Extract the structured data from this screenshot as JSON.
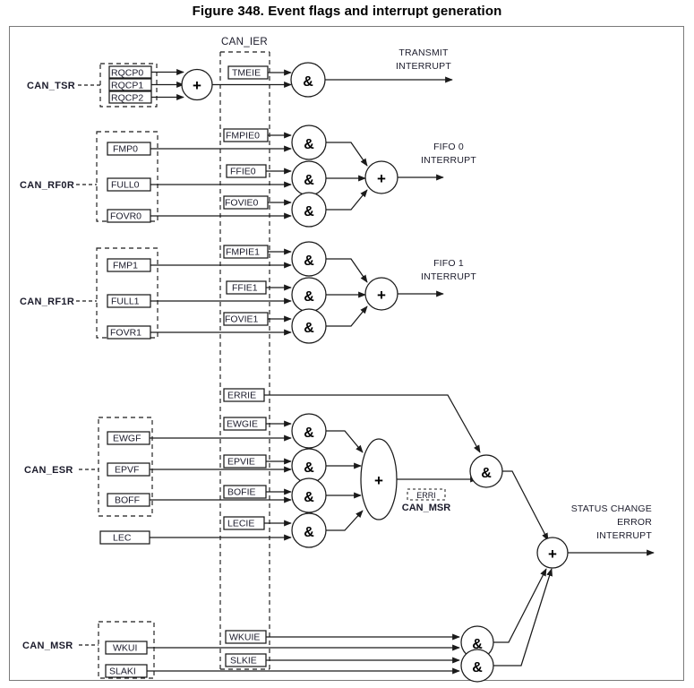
{
  "figure": {
    "title": "Figure 348. Event flags and interrupt generation",
    "number": "348",
    "caption": "Event flags and interrupt generation"
  },
  "groups": {
    "ier": {
      "label": "CAN_IER"
    },
    "msr_mid": {
      "label": "CAN_MSR",
      "flag": "ERRI"
    }
  },
  "registers": [
    {
      "name": "CAN_TSR",
      "flags": [
        "RQCP0",
        "RQCP1",
        "RQCP2"
      ]
    },
    {
      "name": "CAN_RF0R",
      "flags": [
        "FMP0",
        "FULL0",
        "FOVR0"
      ]
    },
    {
      "name": "CAN_RF1R",
      "flags": [
        "FMP1",
        "FULL1",
        "FOVR1"
      ]
    },
    {
      "name": "CAN_ESR",
      "flags": [
        "EWGF",
        "EPVF",
        "BOFF",
        "LEC"
      ]
    },
    {
      "name": "CAN_MSR",
      "flags": [
        "WKUI",
        "SLAKI"
      ]
    }
  ],
  "enable_bits": [
    "TMEIE",
    "FMPIE0",
    "FFIE0",
    "FOVIE0",
    "FMPIE1",
    "FFIE1",
    "FOVIE1",
    "ERRIE",
    "EWGIE",
    "EPVIE",
    "BOFIE",
    "LECIE",
    "WKUIE",
    "SLKIE"
  ],
  "outputs": [
    {
      "id": "transmit",
      "lines": [
        "TRANSMIT",
        "INTERRUPT"
      ]
    },
    {
      "id": "fifo0",
      "lines": [
        "FIFO 0",
        "INTERRUPT"
      ]
    },
    {
      "id": "fifo1",
      "lines": [
        "FIFO 1",
        "INTERRUPT"
      ]
    },
    {
      "id": "status",
      "lines": [
        "STATUS CHANGE",
        "ERROR",
        "INTERRUPT"
      ]
    }
  ],
  "gate_symbols": {
    "and": "&",
    "or": "+"
  },
  "colors": {
    "frame": "#7a7a7a",
    "wire": "#1a1a1a",
    "text": "#1b1b2b",
    "background": "#ffffff",
    "dashed": "#1a1a1a"
  },
  "labels": {
    "tsr": "CAN_TSR",
    "rf0r": "CAN_RF0R",
    "rf1r": "CAN_RF1R",
    "esr": "CAN_ESR",
    "msr": "CAN_MSR",
    "ier": "CAN_IER",
    "erri": "ERRI",
    "msr_mid": "CAN_MSR",
    "f_rqcp0": "RQCP0",
    "f_rqcp1": "RQCP1",
    "f_rqcp2": "RQCP2",
    "f_fmp0": "FMP0",
    "f_full0": "FULL0",
    "f_fovr0": "FOVR0",
    "f_fmp1": "FMP1",
    "f_full1": "FULL1",
    "f_fovr1": "FOVR1",
    "f_ewgf": "EWGF",
    "f_epvf": "EPVF",
    "f_boff": "BOFF",
    "f_lec": "LEC",
    "f_wkui": "WKUI",
    "f_slaki": "SLAKI",
    "e_tmeie": "TMEIE",
    "e_fmpie0": "FMPIE0",
    "e_ffie0": "FFIE0",
    "e_fovie0": "FOVIE0",
    "e_fmpie1": "FMPIE1",
    "e_ffie1": "FFIE1",
    "e_fovie1": "FOVIE1",
    "e_errie": "ERRIE",
    "e_ewgie": "EWGIE",
    "e_epvie": "EPVIE",
    "e_bofie": "BOFIE",
    "e_lecie": "LECIE",
    "e_wkuie": "WKUIE",
    "e_slkie": "SLKIE",
    "o_transmit1": "TRANSMIT",
    "o_transmit2": "INTERRUPT",
    "o_fifo01": "FIFO 0",
    "o_fifo02": "INTERRUPT",
    "o_fifo11": "FIFO 1",
    "o_fifo12": "INTERRUPT",
    "o_status1": "STATUS CHANGE",
    "o_status2": "ERROR",
    "o_status3": "INTERRUPT",
    "and": "&",
    "or": "+"
  }
}
